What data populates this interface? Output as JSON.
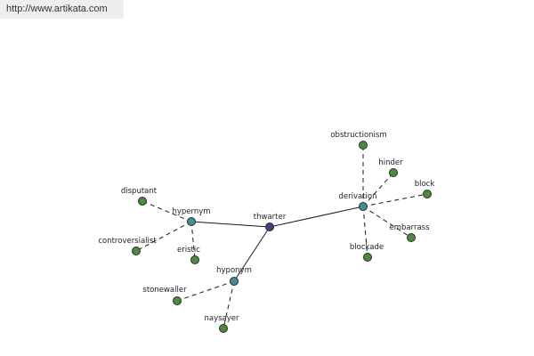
{
  "header": {
    "url_text": "http://www.artikata.com"
  },
  "colors": {
    "center": "#40407a",
    "relation": "#4a8a96",
    "leaf": "#4e8a3e"
  },
  "graph": {
    "center": {
      "id": "thwarter",
      "label": "thwarter"
    },
    "relations": [
      {
        "id": "hypernym",
        "label": "hypernym"
      },
      {
        "id": "hyponym",
        "label": "hyponym"
      },
      {
        "id": "derivation",
        "label": "derivation"
      }
    ],
    "leaves": [
      {
        "id": "disputant",
        "label": "disputant",
        "parent": "hypernym"
      },
      {
        "id": "controversialist",
        "label": "controversialist",
        "parent": "hypernym"
      },
      {
        "id": "eristic",
        "label": "eristic",
        "parent": "hypernym"
      },
      {
        "id": "stonewaller",
        "label": "stonewaller",
        "parent": "hyponym"
      },
      {
        "id": "naysayer",
        "label": "naysayer",
        "parent": "hyponym"
      },
      {
        "id": "obstructionism",
        "label": "obstructionism",
        "parent": "derivation"
      },
      {
        "id": "hinder",
        "label": "hinder",
        "parent": "derivation"
      },
      {
        "id": "block",
        "label": "block",
        "parent": "derivation"
      },
      {
        "id": "embarrass",
        "label": "embarrass",
        "parent": "derivation"
      },
      {
        "id": "blockade",
        "label": "blockade",
        "parent": "derivation"
      }
    ]
  }
}
